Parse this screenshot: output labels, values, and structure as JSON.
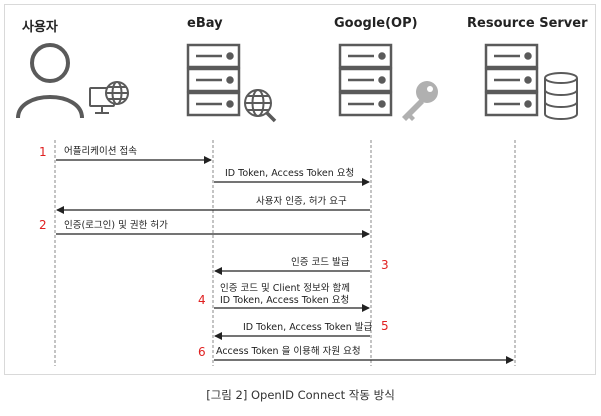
{
  "actors": {
    "user": "사용자",
    "ebay": "eBay",
    "google": "Google(OP)",
    "resource": "Resource Server"
  },
  "messages": [
    {
      "text": "어플리케이션 접속"
    },
    {
      "text": "ID Token, Access Token 요청"
    },
    {
      "text": "사용자 인증, 허가 요구"
    },
    {
      "text": "인증(로그인) 및 권한 허가"
    },
    {
      "text": "인증 코드 발급"
    },
    {
      "text": "인증 코드 및 Client 정보와 함께"
    },
    {
      "text": "ID Token, Access Token 요청"
    },
    {
      "text": "ID Token, Access Token 발급"
    },
    {
      "text": "Access Token 을 이용해 자원 요청"
    }
  ],
  "steps": [
    "1",
    "2",
    "3",
    "4",
    "5",
    "6"
  ],
  "caption": "[그림 2] OpenID Connect 작동 방식",
  "colors": {
    "icon": "#5a5a5a",
    "icon_fill": "#b0b0b0",
    "step": "#e02020",
    "arrow": "#222222"
  },
  "icons": [
    "person-icon",
    "globe-monitor-icon",
    "server-icon",
    "globe-search-icon",
    "key-icon",
    "database-icon"
  ]
}
